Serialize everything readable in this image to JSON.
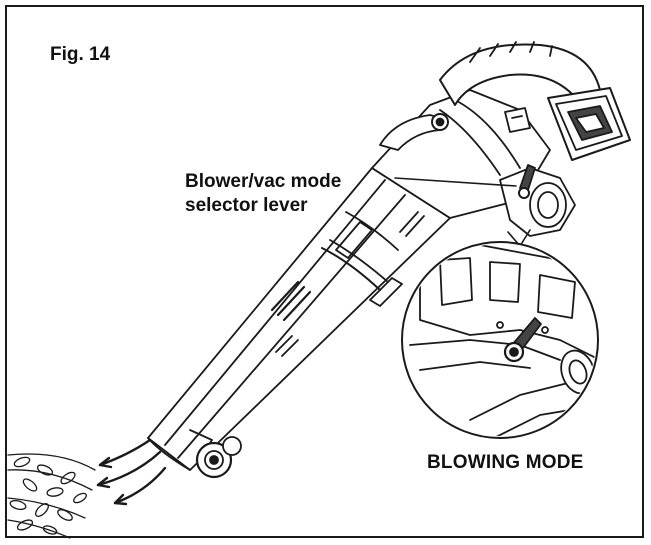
{
  "figure": {
    "label": "Fig. 14",
    "callout_line1": "Blower/vac mode",
    "callout_line2": "selector lever",
    "mode_label": "BLOWING MODE"
  },
  "colors": {
    "ink": "#1a1a1a",
    "background": "#ffffff",
    "shade": "#d9d9d9",
    "dark": "#444444"
  }
}
